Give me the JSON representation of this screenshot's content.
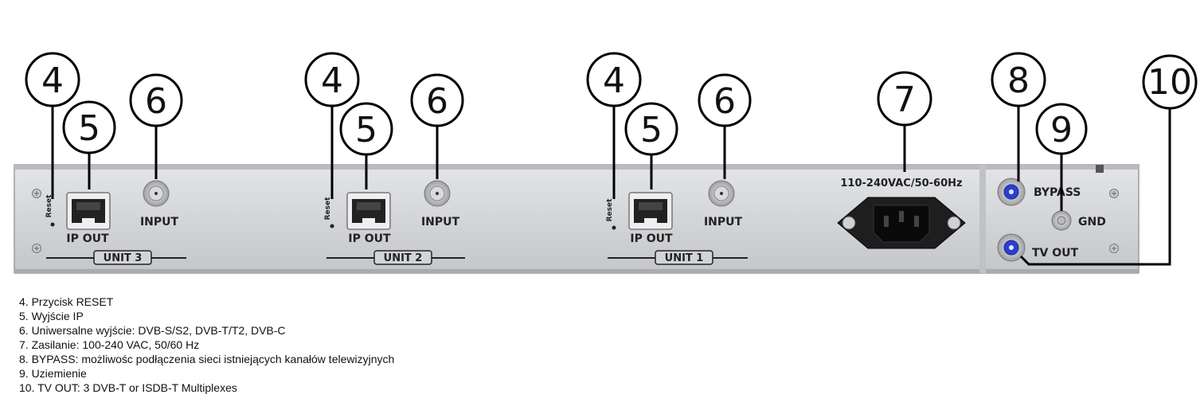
{
  "panel": {
    "power_label": "110-240VAC/50-60Hz",
    "bypass_label": "BYPASS",
    "gnd_label": "GND",
    "tvout_label": "TV OUT",
    "units": [
      {
        "reset_label": "Reset",
        "ipout_label": "IP OUT",
        "input_label": "INPUT",
        "unit_label": "UNIT 3"
      },
      {
        "reset_label": "Reset",
        "ipout_label": "IP OUT",
        "input_label": "INPUT",
        "unit_label": "UNIT 2"
      },
      {
        "reset_label": "Reset",
        "ipout_label": "IP OUT",
        "input_label": "INPUT",
        "unit_label": "UNIT 1"
      }
    ]
  },
  "callouts": {
    "reset": "4",
    "ipout": "5",
    "input": "6",
    "power": "7",
    "bypass": "8",
    "gnd": "9",
    "tvout": "10"
  },
  "legend": [
    "4. Przycisk RESET",
    "5. Wyjście IP",
    "6. Uniwersalne wyjście: DVB-S/S2, DVB-T/T2, DVB-C",
    "7. Zasilanie: 100-240 VAC, 50/60 Hz",
    "8. BYPASS: możliwośc podłączenia sieci istniejących kanałów telewizyjnych",
    "9. Uziemienie",
    "10. TV OUT: 3 DVB-T or ISDB-T Multiplexes"
  ],
  "colors": {
    "panel": "#d4d6d9",
    "panel_edge": "#9a9ca0",
    "connector_blue": "#2a3fd0",
    "power_socket": "#1e1e1e"
  }
}
